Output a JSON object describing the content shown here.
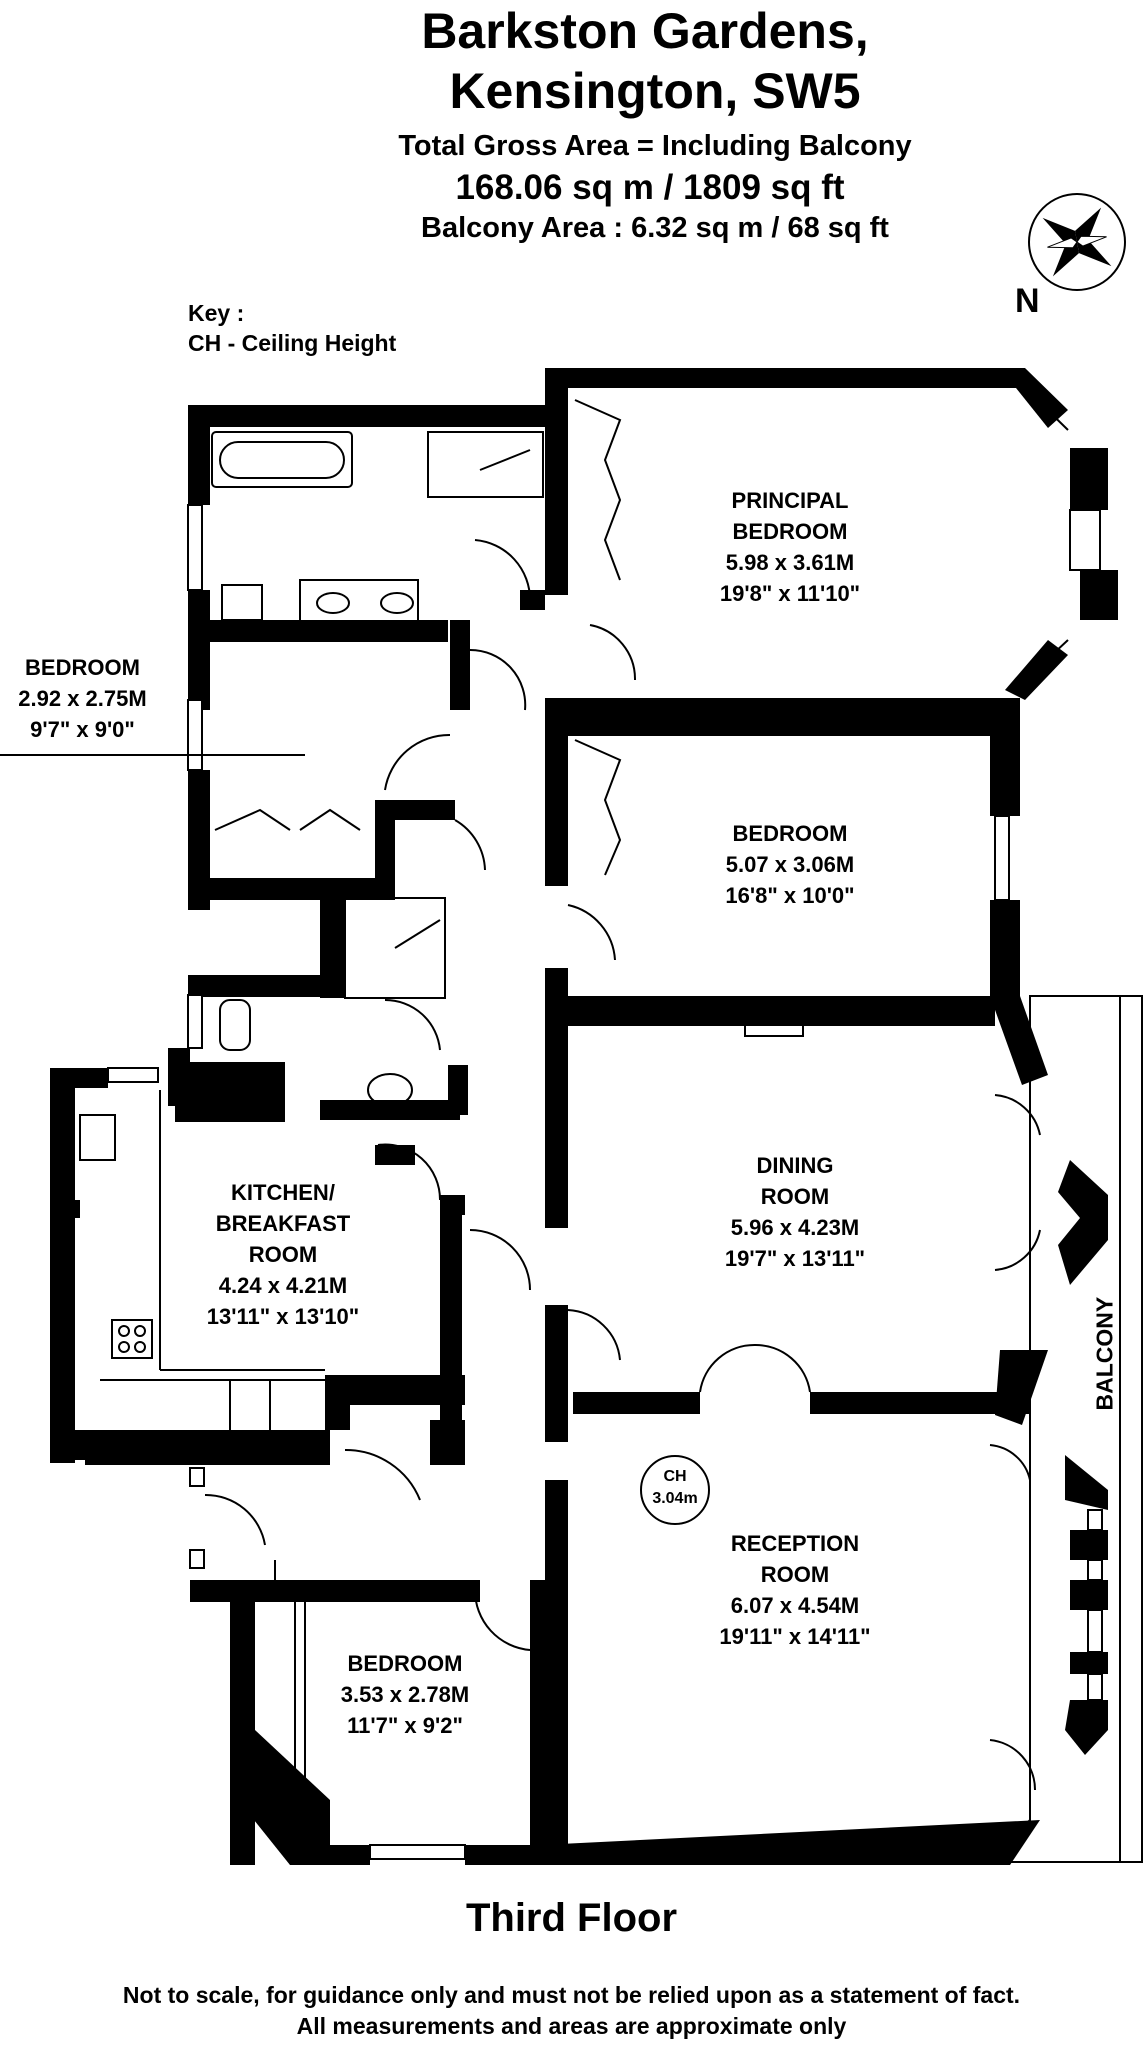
{
  "header": {
    "title_line1": "Barkston Gardens,",
    "title_line2": "Kensington, SW5",
    "area_label": "Total Gross Area  = Including Balcony",
    "area_total": "168.06 sq m /  1809 sq ft",
    "area_balcony": "Balcony Area  : 6.32 sq m /  68 sq ft"
  },
  "key": {
    "heading": "Key :",
    "ceiling_height": "CH - Ceiling Height"
  },
  "compass": {
    "north_label": "N"
  },
  "rooms": {
    "principal_bedroom": {
      "name1": "PRINCIPAL",
      "name2": "BEDROOM",
      "metric": "5.98 x 3.61M",
      "imperial": "19'8\" x 11'10\""
    },
    "bedroom_2": {
      "name": "BEDROOM",
      "metric": "5.07 x 3.06M",
      "imperial": "16'8\" x 10'0\""
    },
    "bedroom_3": {
      "name": "BEDROOM",
      "metric": "2.92 x 2.75M",
      "imperial": "9'7\" x 9'0\""
    },
    "dining_room": {
      "name1": "DINING",
      "name2": "ROOM",
      "metric": "5.96 x 4.23M",
      "imperial": "19'7\" x 13'11\""
    },
    "kitchen": {
      "name1": "KITCHEN/",
      "name2": "BREAKFAST",
      "name3": "ROOM",
      "metric": "4.24 x 4.21M",
      "imperial": "13'11\" x 13'10\""
    },
    "reception_room": {
      "name": "RECEPTION",
      "name2": "ROOM",
      "metric": "6.07 x 4.54M",
      "imperial": "19'11\" x 14'11\""
    },
    "bedroom_4": {
      "name": "BEDROOM",
      "metric": "3.53 x 2.78M",
      "imperial": "11'7\" x 9'2\""
    },
    "balcony": {
      "name": "BALCONY"
    },
    "ceiling_marker": {
      "label": "CH",
      "value": "3.04m"
    }
  },
  "footer": {
    "floor_name": "Third Floor",
    "disclaimer1": "Not to scale, for guidance only and must not be relied upon as a statement of fact.",
    "disclaimer2": "All measurements and areas are approximate only"
  }
}
